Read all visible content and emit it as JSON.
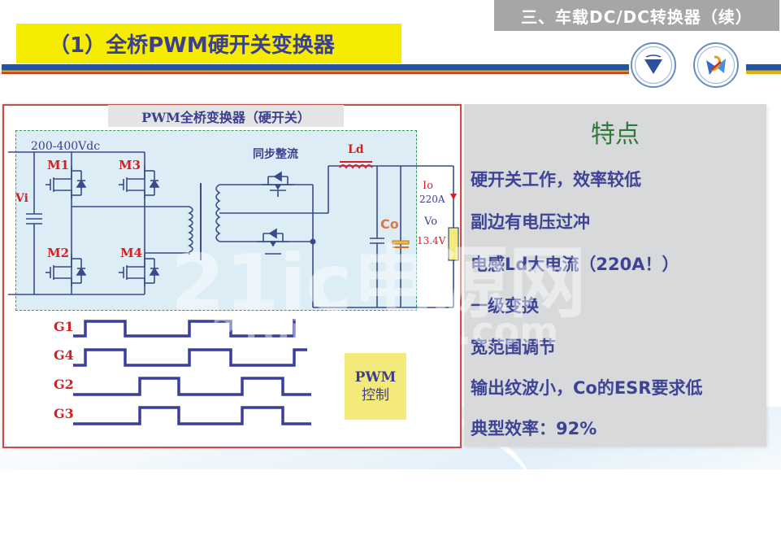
{
  "header": {
    "section_title": "三、车载DC/DC转换器（续）",
    "slide_title": "（1）全桥PWM硬开关变换器",
    "logos": [
      "university-logo-1",
      "university-logo-2"
    ]
  },
  "diagram": {
    "caption": "PWM全桥变换器（硬开关）",
    "input_voltage": "200-400Vdc",
    "source_label": "Vi",
    "switches": [
      "M1",
      "M3",
      "M2",
      "M4"
    ],
    "rectifier_label": "同步整流",
    "inductor_label": "Ld",
    "capacitor_label": "Co",
    "output_current_label": "Io",
    "output_current_value": "220A",
    "output_voltage_label": "Vo",
    "output_voltage_value": "13.4V",
    "gate_signals": [
      "G1",
      "G4",
      "G2",
      "G3"
    ],
    "control_box": {
      "line1": "PWM",
      "line2": "控制"
    }
  },
  "features": {
    "title": "特点",
    "items": [
      "硬开关工作，效率较低",
      "副边有电压过冲",
      "电感Ld大电流（220A！）",
      "一级变换",
      "宽范围调节",
      "输出纹波小，Co的ESR要求低",
      "典型效率：92%"
    ]
  },
  "colors": {
    "title_bg": "#f5ec00",
    "title_text": "#3a3f8f",
    "section_tab_bg": "#a6a6a6",
    "rule_blue": "#2055a3",
    "rule_yellow": "#e0b010",
    "rule_red": "#cc3a25",
    "panel_border": "#c0504d",
    "circuit_bg": "#dcedf6",
    "features_bg": "#d8d9db",
    "features_title": "#2e7a3a",
    "feature_text": "#3d4496",
    "label_red": "#d42020",
    "wire": "#3a4a8a"
  },
  "watermark": {
    "text1": "21ic电源网",
    "text2": "21dianyuan.com"
  }
}
